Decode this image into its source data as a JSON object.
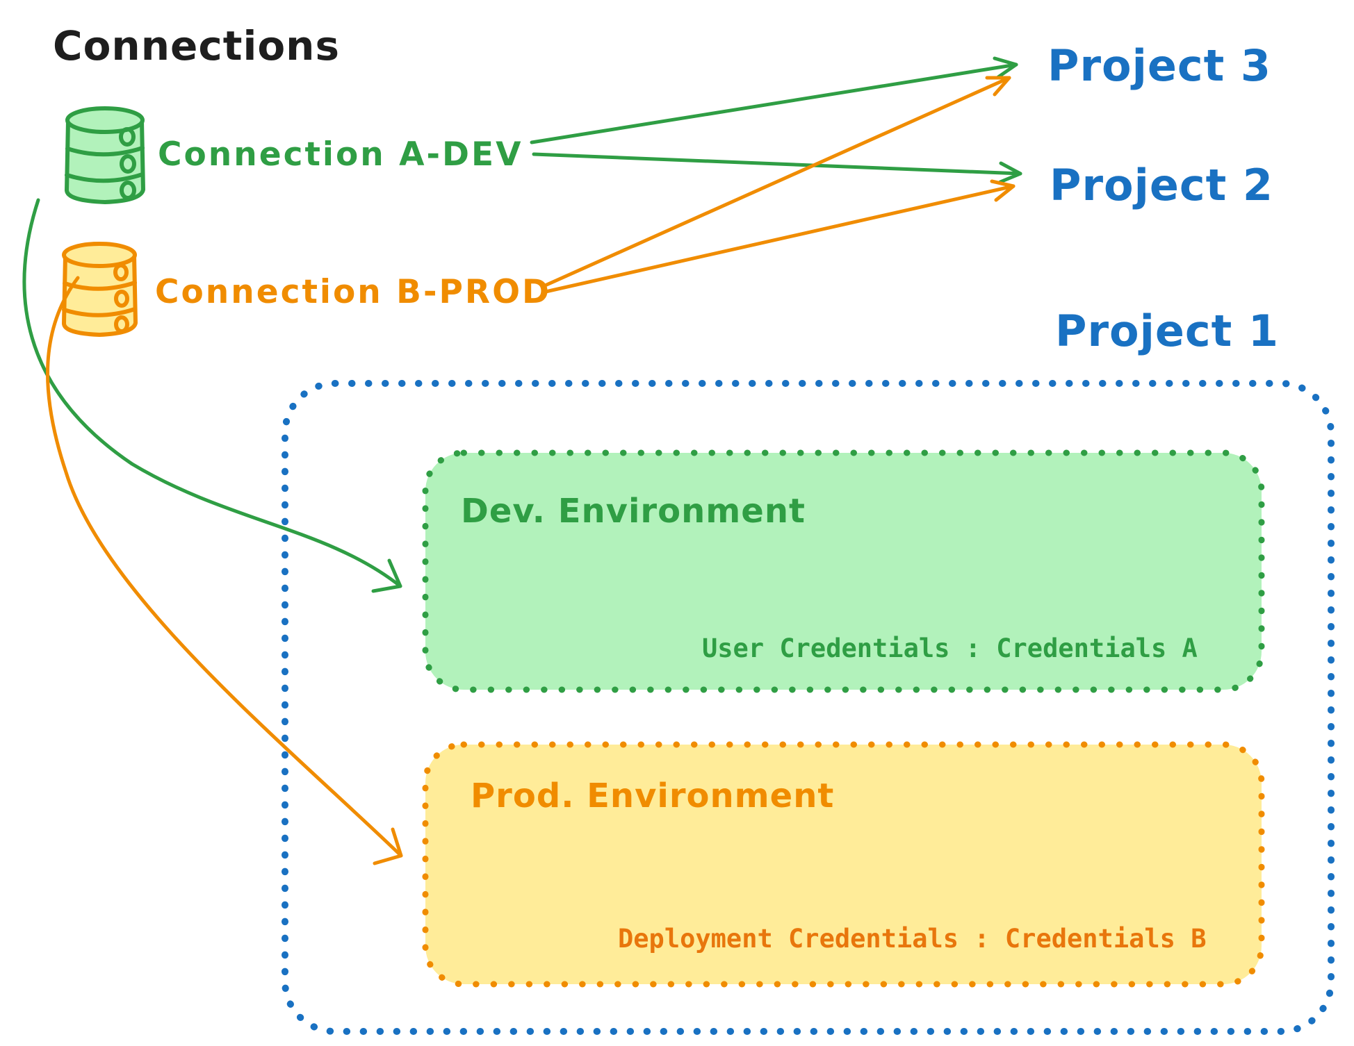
{
  "diagram": {
    "title": "Connections",
    "connections": [
      {
        "label": "Connection A-DEV",
        "kind": "database",
        "color": "#2f9e44"
      },
      {
        "label": "Connection B-PROD",
        "kind": "database",
        "color": "#f08c00"
      }
    ],
    "projects": [
      {
        "label": "Project 3"
      },
      {
        "label": "Project 2"
      },
      {
        "label": "Project 1"
      }
    ],
    "project1": {
      "environments": [
        {
          "title": "Dev. Environment",
          "credentials_label": "User Credentials : Credentials A"
        },
        {
          "title": "Prod. Environment",
          "credentials_label": "Deployment Credentials : Credentials B"
        }
      ]
    },
    "links": [
      {
        "from": "Connection A-DEV",
        "to": "Project 3"
      },
      {
        "from": "Connection A-DEV",
        "to": "Project 2"
      },
      {
        "from": "Connection B-PROD",
        "to": "Project 3"
      },
      {
        "from": "Connection B-PROD",
        "to": "Project 2"
      },
      {
        "from": "Connection A-DEV",
        "to": "Dev. Environment (Project 1)"
      },
      {
        "from": "Connection B-PROD",
        "to": "Prod. Environment (Project 1)"
      }
    ],
    "colors": {
      "text_black": "#1e1e1e",
      "green": "#2f9e44",
      "green_fill": "#b2f2bb",
      "orange": "#f08c00",
      "orange_fill": "#ffec99",
      "orange_cred_text": "#e8760c",
      "blue": "#1971c2",
      "background": "#ffffff"
    }
  }
}
